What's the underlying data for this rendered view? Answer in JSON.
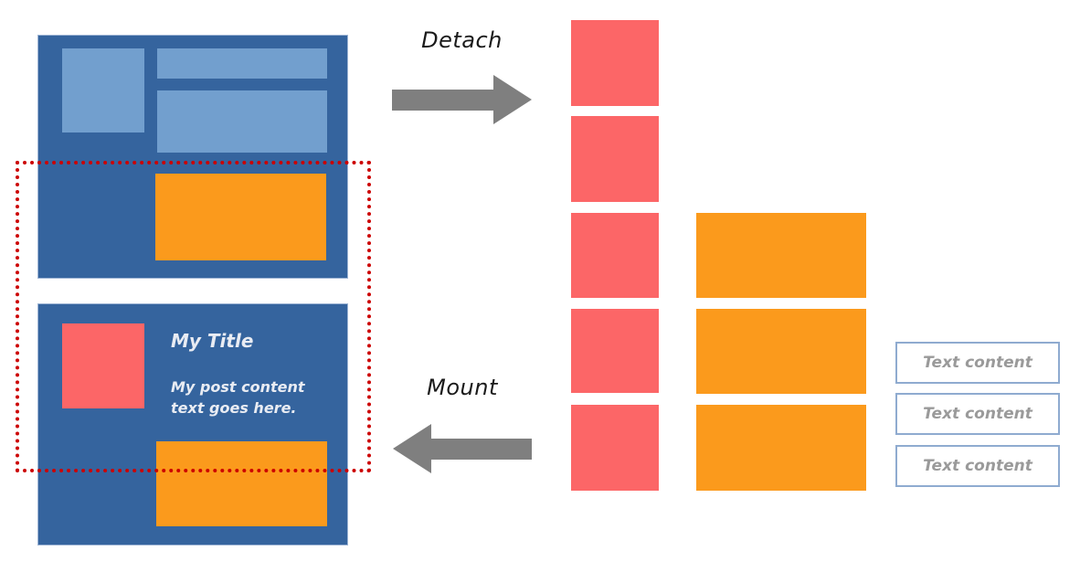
{
  "labels": {
    "detach": "Detach",
    "mount": "Mount"
  },
  "mounted_post": {
    "title": "My Title",
    "body": "My post content\ntext goes here."
  },
  "detached_items": {
    "red_block_count": 5,
    "orange_block_count": 3,
    "text_boxes": [
      "Text content",
      "Text content",
      "Text content"
    ]
  },
  "colors": {
    "panel_blue": "#35649E",
    "light_blue": "#729FCE",
    "orange": "#FB9A1C",
    "red": "#FC6667",
    "dotted_outline_red": "#CC0000",
    "arrow_gray": "#7F7F7F",
    "text_box_border": "#8FABD0",
    "text_box_text": "#9A9A9A",
    "panel_text": "#E9ECF3",
    "flow_label_text": "#1A1A1A"
  }
}
